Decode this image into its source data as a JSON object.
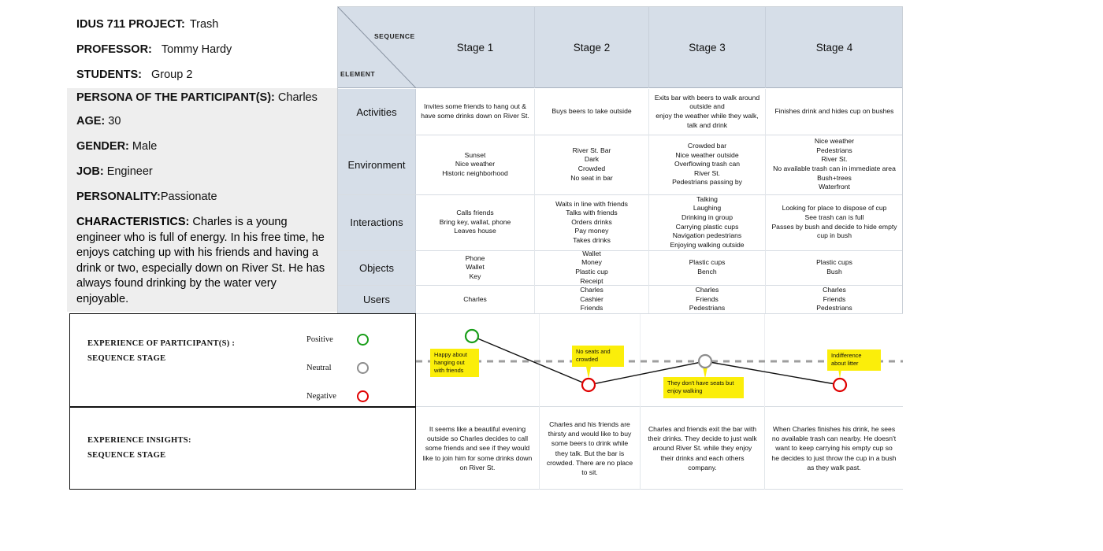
{
  "persona": {
    "project_label": "IDUS 711 PROJECT:",
    "project_value": "Trash",
    "professor_label": "PROFESSOR:",
    "professor_value": "Tommy Hardy",
    "students_label": "STUDENTS:",
    "students_value": "Group 2",
    "persona_label": "PERSONA OF THE PARTICIPANT(S):",
    "persona_value": "Charles",
    "age_label": "AGE:",
    "age_value": "30",
    "gender_label": "GENDER:",
    "gender_value": "Male",
    "job_label": "JOB:",
    "job_value": "Engineer",
    "personality_label": "PERSONALITY:",
    "personality_value": "Passionate",
    "characteristics_label": "CHARACTERISTICS:",
    "characteristics_value": "Charles is a young engineer who is full of energy. In his free time, he enjoys catching up with his friends and having a drink or two, especially down on River St. He has always found drinking by the water very enjoyable."
  },
  "grid": {
    "corner_sequence": "SEQUENCE",
    "corner_element": "ELEMENT",
    "stages": [
      "Stage 1",
      "Stage 2",
      "Stage 3",
      "Stage 4"
    ],
    "row_labels": [
      "Activities",
      "Environment",
      "Interactions",
      "Objects",
      "Users"
    ],
    "rows": [
      {
        "label": "Activities",
        "cells": [
          "Invites some friends to hang out & have some drinks down on River St.",
          "Buys beers to take outside",
          "Exits bar with beers to walk around outside and\nenjoy the weather while they walk, talk and drink",
          "Finishes drink and hides cup on bushes"
        ]
      },
      {
        "label": "Environment",
        "cells": [
          "Sunset\nNice weather\nHistoric neighborhood",
          "River St. Bar\nDark\nCrowded\nNo seat in bar",
          "Crowded bar\nNice weather outside\nOverflowing trash can\nRiver St.\nPedestrians passing by",
          "Nice weather\nPedestrians\nRiver St.\nNo available trash can in immediate area\nBush+trees\nWaterfront"
        ]
      },
      {
        "label": "Interactions",
        "cells": [
          "Calls friends\nBring key, wallat, phone\nLeaves house",
          "Waits in line with friends\nTalks with friends\nOrders drinks\nPay money\nTakes drinks",
          "Talking\nLaughing\nDrinking in group\nCarrying plastic cups\nNavigation pedestrians\nEnjoying walking outside",
          "Looking for place to dispose of cup\nSee trash can is full\nPasses by bush and decide to hide empty cup in bush"
        ]
      },
      {
        "label": "Objects",
        "cells": [
          "Phone\nWallet\nKey",
          "Wallet\nMoney\nPlastic cup\nReceipt",
          "Plastic cups\nBench",
          "Plastic cups\nBush"
        ]
      },
      {
        "label": "Users",
        "cells": [
          "Charles",
          "Charles\nCashier\nFriends",
          "Charles\nFriends\nPedestrians",
          "Charles\nFriends\nPedestrians"
        ]
      }
    ]
  },
  "legend": {
    "title_line1": "EXPERIENCE OF PARTICIPANT(S) :",
    "title_line2": "SEQUENCE STAGE",
    "items": [
      {
        "label": "Positive",
        "color": "#1a9e1a"
      },
      {
        "label": "Neutral",
        "color": "#8d8d8d"
      },
      {
        "label": "Negative",
        "color": "#e00000"
      }
    ]
  },
  "insights_legend": {
    "title_line1": "EXPERIENCE INSIGHTS:",
    "title_line2": "SEQUENCE STAGE"
  },
  "chart_data": {
    "type": "line",
    "title": "Experience of participant(s) by sequence stage",
    "categories": [
      "Stage 1",
      "Stage 2",
      "Stage 3",
      "Stage 4"
    ],
    "ylabels": [
      "Positive",
      "Neutral",
      "Negative"
    ],
    "values": [
      "Positive",
      "Negative",
      "Neutral",
      "Negative"
    ],
    "numeric_values": [
      1,
      -1,
      0,
      -1
    ],
    "ylim": [
      -1,
      1
    ],
    "grid": false,
    "baseline": "neutral (dashed)",
    "legend_position": "left panel",
    "points": [
      {
        "stage": "Stage 1",
        "level": "Positive",
        "color": "#1a9e1a",
        "x": 599,
        "y": 426,
        "callout": "Happy about hanging out with friends"
      },
      {
        "stage": "Stage 2",
        "level": "Negative",
        "color": "#e00000",
        "x": 747,
        "y": 488,
        "callout": "No seats and crowded"
      },
      {
        "stage": "Stage 3",
        "level": "Neutral",
        "color": "#8d8d8d",
        "x": 895,
        "y": 458,
        "callout": "They don't have seats but enjoy walking"
      },
      {
        "stage": "Stage 4",
        "level": "Negative",
        "color": "#e00000",
        "x": 1066,
        "y": 488,
        "callout": "Indifference about litter"
      }
    ]
  },
  "insights": {
    "cells": [
      "It seems like a beautiful evening outside so Charles decides to call some friends and see if they would like to join him for some drinks down on River St.",
      "Charles and his friends are thirsty and would like to buy some beers to drink while they talk. But the bar is crowded. There are no place to sit.",
      "Charles and friends exit the bar with their drinks. They decide to just walk around River St. while they enjoy their drinks and each others company.",
      "When Charles finishes his drink, he sees no available trash can nearby. He doesn't want to keep carrying his empty cup so he decides to just throw the cup in a bush as they walk past."
    ]
  },
  "colors": {
    "header_band": "#d6dee8",
    "row_label": "#d6dee8",
    "callout": "#fbee0a",
    "persona_grey": "#eeeeee"
  }
}
